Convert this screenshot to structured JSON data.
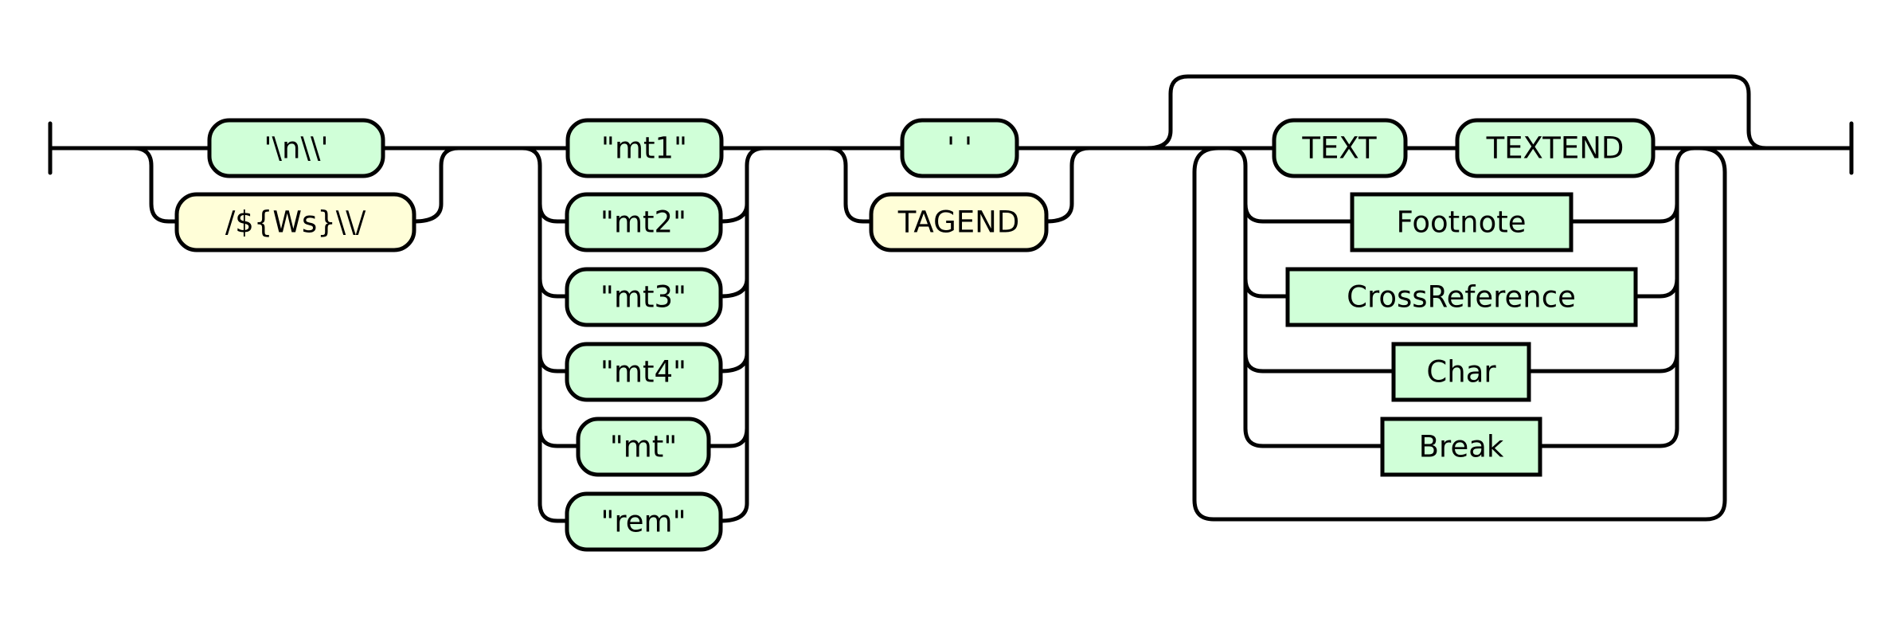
{
  "diagram": {
    "start_items": [
      {
        "id": "nl",
        "text": "'\\n\\\\'",
        "kind": "terminal"
      },
      {
        "id": "ws",
        "text": "/${Ws}\\\\/",
        "kind": "regex"
      }
    ],
    "markers": [
      {
        "id": "mt1",
        "text": "\"mt1\"",
        "kind": "terminal"
      },
      {
        "id": "mt2",
        "text": "\"mt2\"",
        "kind": "terminal"
      },
      {
        "id": "mt3",
        "text": "\"mt3\"",
        "kind": "terminal"
      },
      {
        "id": "mt4",
        "text": "\"mt4\"",
        "kind": "terminal"
      },
      {
        "id": "mt",
        "text": "\"mt\"",
        "kind": "terminal"
      },
      {
        "id": "rem",
        "text": "\"rem\"",
        "kind": "terminal"
      }
    ],
    "separator": [
      {
        "id": "space",
        "text": "' '",
        "kind": "terminal"
      },
      {
        "id": "tagend",
        "text": "TAGEND",
        "kind": "regex"
      }
    ],
    "content": [
      {
        "id": "text",
        "text": "TEXT",
        "kind": "terminal"
      },
      {
        "id": "textend",
        "text": "TEXTEND",
        "kind": "terminal"
      },
      {
        "id": "footnote",
        "text": "Footnote",
        "kind": "nonterminal"
      },
      {
        "id": "crossref",
        "text": "CrossReference",
        "kind": "nonterminal"
      },
      {
        "id": "char",
        "text": "Char",
        "kind": "nonterminal"
      },
      {
        "id": "break",
        "text": "Break",
        "kind": "nonterminal"
      }
    ]
  }
}
